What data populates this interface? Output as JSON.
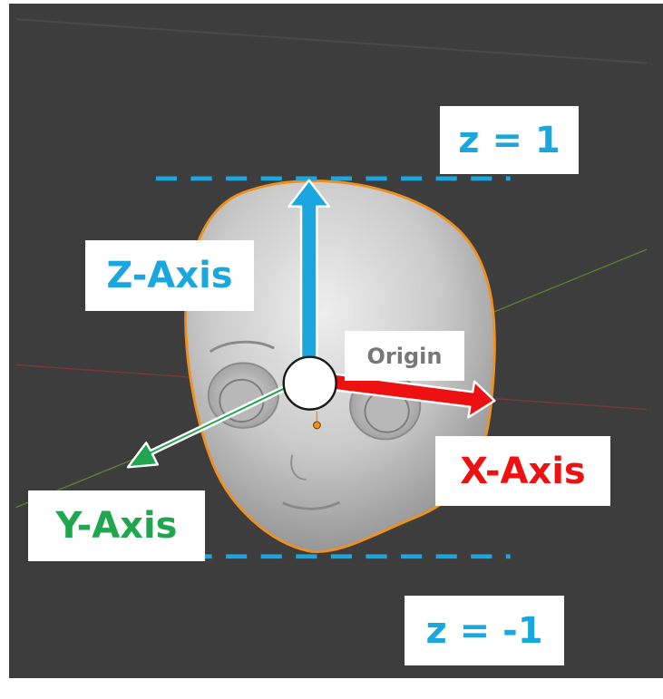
{
  "labels": {
    "z_top": "z = 1",
    "z_bottom": "z = -1",
    "z_axis": "Z-Axis",
    "x_axis": "X-Axis",
    "y_axis": "Y-Axis",
    "origin": "Origin"
  },
  "colors": {
    "viewport_bg": "#3d3d3d",
    "z_axis": "#1aa7e0",
    "x_axis": "#ee1111",
    "y_axis": "#1fa64f",
    "selection_outline": "#f0901e",
    "origin_text": "#777777"
  },
  "icons": [
    "origin-marker-icon",
    "object-origin-dot-icon"
  ]
}
